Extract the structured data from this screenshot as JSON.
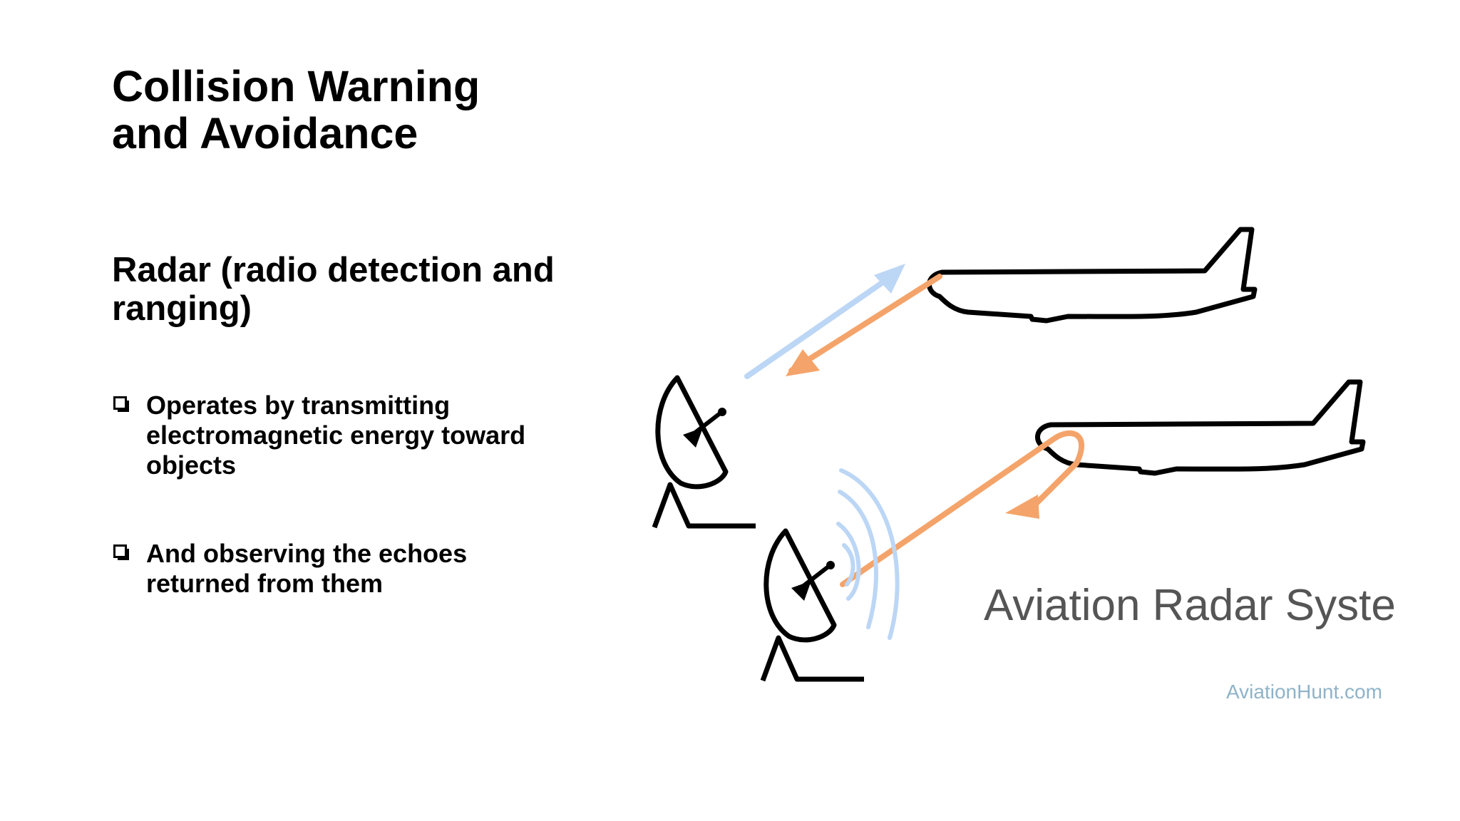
{
  "slide": {
    "title": "Collision Warning and Avoidance",
    "subtitle": "Radar (radio detection and ranging)",
    "bullets": [
      "Operates by transmitting electromagnetic energy toward objects",
      "And observing the echoes returned from them"
    ]
  },
  "figure": {
    "title": "Aviation Radar System",
    "credit": "AviationHunt.com",
    "icons": [
      "airplane-icon",
      "radar-dish-icon",
      "signal-waves-icon"
    ],
    "colors": {
      "transmit_signal": "#bcd6f5",
      "echo_signal": "#f4a46a",
      "outline": "#000000"
    }
  }
}
